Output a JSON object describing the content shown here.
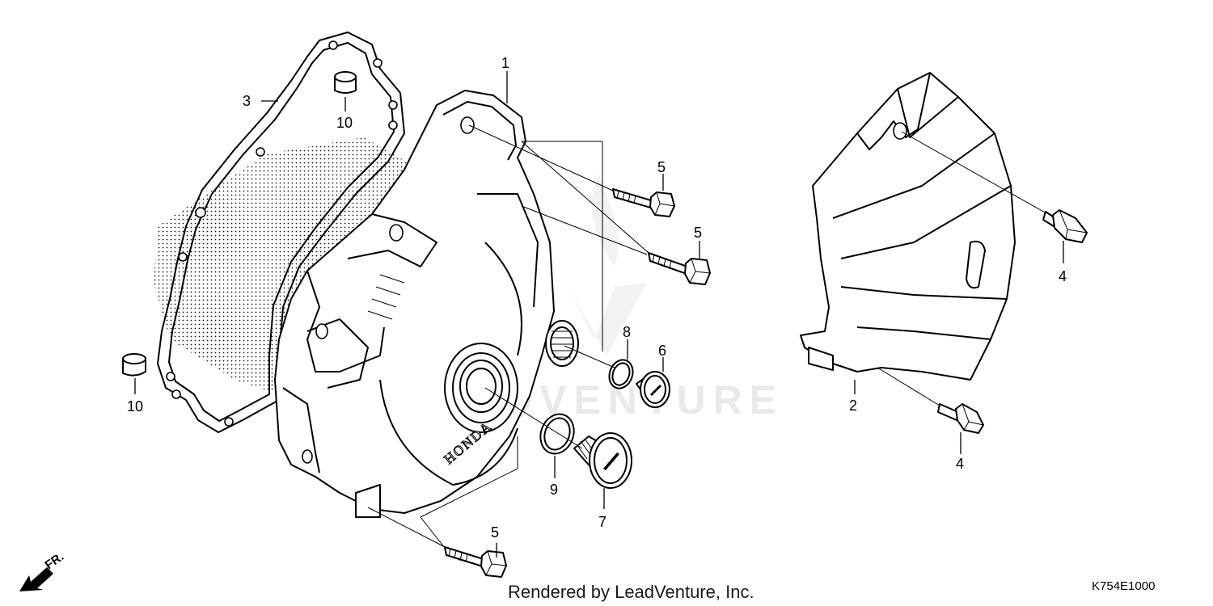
{
  "diagram": {
    "callouts": {
      "c1": "1",
      "c2": "2",
      "c3": "3",
      "c4a": "4",
      "c4b": "4",
      "c5a": "5",
      "c5b": "5",
      "c5c": "5",
      "c6": "6",
      "c7": "7",
      "c8": "8",
      "c9": "9",
      "c10a": "10",
      "c10b": "10"
    },
    "cover_brand": "HONDA",
    "watermark_text": "LEADVENTURE",
    "front_marker": "FR.",
    "rendered_by": "Rendered by LeadVenture, Inc.",
    "diagram_code": "K754E1000"
  }
}
